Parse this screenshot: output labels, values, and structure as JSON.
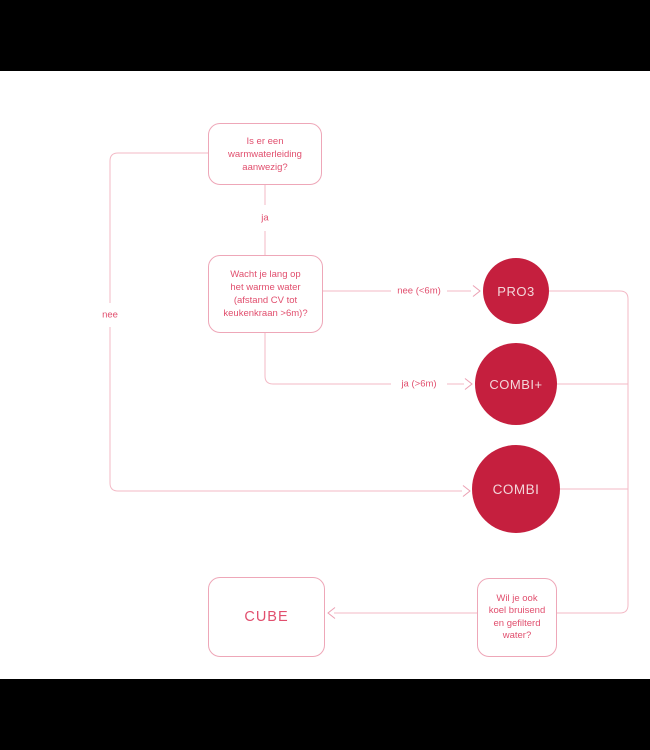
{
  "colors": {
    "background": "#ffffff",
    "letterbox": "#000000",
    "circle_fill": "#c51f3e",
    "circle_text": "#f3d6da",
    "box_border": "#eea7b8",
    "text": "#e14f6e",
    "line": "#f3bac6",
    "arrow": "#eb9fb2"
  },
  "flow": {
    "q_warmwater": {
      "lines": [
        "Is er een",
        "warmwaterleiding",
        "aanwezig?"
      ]
    },
    "q_wait": {
      "lines": [
        "Wacht je lang op",
        "het warme water",
        "(afstand CV tot",
        "keukenkraan >6m)?"
      ]
    },
    "q_cool": {
      "lines": [
        "Wil je ook",
        "koel bruisend",
        "en gefilterd",
        "water?"
      ]
    },
    "label_ja": "ja",
    "label_nee": "nee",
    "label_nee_6m": "nee (<6m)",
    "label_ja_6m": "ja (>6m)",
    "result_pro3": "PRO3",
    "result_combiplus": "COMBI+",
    "result_combi": "COMBI",
    "result_cube": "CUBE"
  }
}
